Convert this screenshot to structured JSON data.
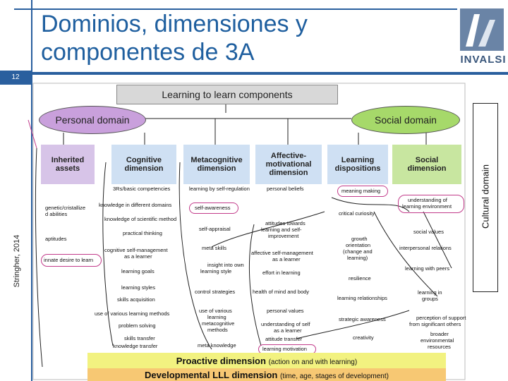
{
  "header": {
    "title_line1": "Dominios, dimensiones y",
    "title_line2": "componentes de 3A",
    "slide_number": "12",
    "logo_text": "INVALSI",
    "author": "Stringher, 2014"
  },
  "diagram": {
    "top_title": "Learning to learn components",
    "personal_domain": "Personal domain",
    "social_domain": "Social domain",
    "cultural_domain": "Cultural domain",
    "dimensions": [
      {
        "line1": "Inherited",
        "line2": "assets",
        "line3": ""
      },
      {
        "line1": "Cognitive",
        "line2": "dimension",
        "line3": ""
      },
      {
        "line1": "Metacognitive",
        "line2": "dimension",
        "line3": ""
      },
      {
        "line1": "Affective-",
        "line2": "motivational",
        "line3": "dimension"
      },
      {
        "line1": "Learning",
        "line2": "dispositions",
        "line3": ""
      },
      {
        "line1": "Social",
        "line2": "dimension",
        "line3": ""
      }
    ],
    "items": {
      "genetic1": "genetic/cristallize",
      "genetic2": "d abilities",
      "aptitudes": "aptitudes",
      "innate": "innate desire to learn",
      "threers": "3Rs/basic competencies",
      "knowledge_domains": "knowledge in different domains",
      "knowledge_method": "knowledge of scientific method",
      "practical": "practical thinking",
      "cog_self1": "cognitive self-management",
      "cog_self2": "as a learner",
      "learning_goals": "learning goals",
      "learning_styles": "learning styles",
      "skills_acq": "skills acquisition",
      "various_methods": "use of various learning methods",
      "problem_solving": "problem solving",
      "skills_transfer": "skills  transfer",
      "knowledge_transfer": "knowledge transfer",
      "self_regulation": "learning by self-regulation",
      "self_awareness": "self-awareness",
      "self_appraisal": "self-appraisal",
      "meta_skills": "meta skills",
      "insight1": "insight into own",
      "insight2": "learning style",
      "control": "control strategies",
      "meta1": "use of various",
      "meta2": "learning",
      "meta3": "metacognitive",
      "meta4": "methods",
      "meta_knowledge": "meta knowledge",
      "personal_beliefs": "personal beliefs",
      "attitudes1": "attitudes towards",
      "attitudes2": "learning and self-",
      "attitudes3": "improvement",
      "aff_self1": "affective self-management",
      "aff_self2": "as a learner",
      "effort": "effort in learning",
      "health": "health of mind and body",
      "personal_values": "personal values",
      "understanding1": "understanding of self",
      "understanding2": "as a learner",
      "attitude_transfer": "attitude transfer",
      "motivation": "learning motivation",
      "meaning_making": "meaning making",
      "critical": "critical curiosity",
      "growth1": "growth",
      "growth2": "orientation",
      "growth3": "(change and",
      "growth4": "learning)",
      "resilience": "resilience",
      "relationships": "learning relationships",
      "strategic": "strategic awareness",
      "creativity": "creativity",
      "environment1": "understanding of",
      "environment2": "learning environment",
      "social_values": "social values",
      "interpersonal": "interpersonal relations",
      "peers": "learning with peers",
      "groups1": "learning in",
      "groups2": "groups",
      "support1": "perception of support",
      "support2": "from significant others",
      "broader1": "broader",
      "broader2": "environmental",
      "broader3": "resources"
    },
    "proactive_main": "Proactive dimension",
    "proactive_sub": "(action on and with learning)",
    "developmental_main": "Developmental LLL dimension",
    "developmental_sub": "(time, age, stages of development)",
    "colors": {
      "accent": "#2a5f9e",
      "personal": "#c9a0dc",
      "social": "#a6d96a",
      "dim_personal": "#d7c4e8",
      "dim_cognitive": "#cfe0f3",
      "dim_social": "#c8e6a0",
      "proactive": "#f2f280",
      "developmental": "#f7c873"
    }
  }
}
